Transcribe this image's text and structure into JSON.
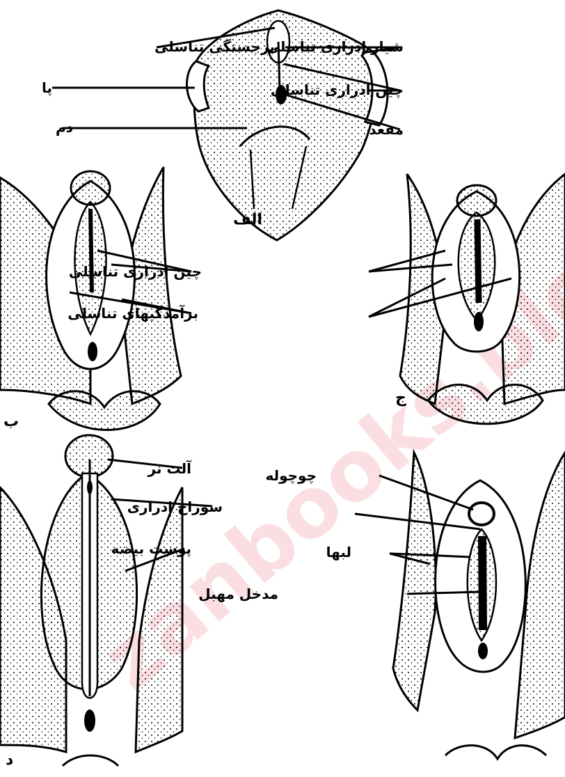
{
  "labels": {
    "genital_tubercle": "برجستگی تناسلی",
    "leg": "پا",
    "tail": "دم",
    "urethral_groove": "شیار ادراری تناسلی",
    "urethral_fold": "چین ادراری تناسلی",
    "anus": "مقعد",
    "urogenital_folds": "چین ادراری تناسلی",
    "genital_swellings": "برآمدگیهای تناسلی",
    "penis": "آلت نر",
    "urinary_meatus": "سوراخ ادراری",
    "scrotum": "پوست بیضه",
    "clitoris": "چوچوله",
    "labia": "لبها",
    "vaginal_entrance": "مدخل مهبل"
  },
  "panels": {
    "alef": "الف",
    "be": "ب",
    "jim": "ج",
    "dal": "د"
  },
  "watermark": {
    "text": "zanbooks.blog",
    "color": "#e23a4c"
  }
}
